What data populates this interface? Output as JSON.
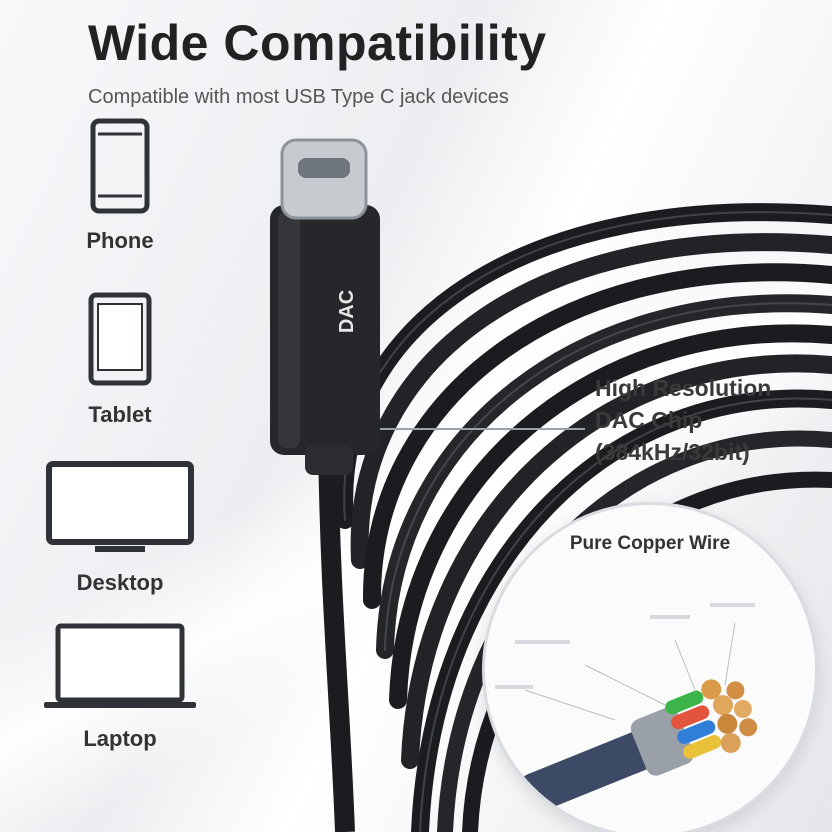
{
  "header": {
    "title": "Wide Compatibility",
    "subtitle": "Compatible with most USB Type C jack devices"
  },
  "devices": [
    {
      "label": "Phone",
      "icon": "phone-icon"
    },
    {
      "label": "Tablet",
      "icon": "tablet-icon"
    },
    {
      "label": "Desktop",
      "icon": "desktop-icon"
    },
    {
      "label": "Laptop",
      "icon": "laptop-icon"
    }
  ],
  "connector": {
    "label": "DAC"
  },
  "chip": {
    "line1": "High Resolution",
    "line2": "DAC Chip",
    "line3": "(384kHz/32bit)"
  },
  "copper": {
    "title": "Pure Copper Wire"
  },
  "colors": {
    "text_dark": "#333333",
    "cable": "#1b1c1f",
    "background": "#eef0f3"
  }
}
